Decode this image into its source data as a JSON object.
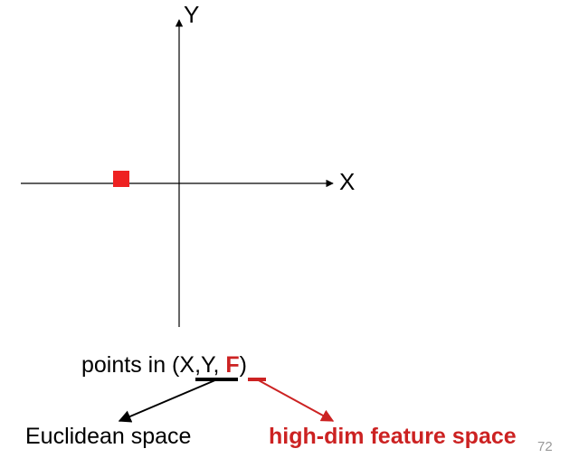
{
  "axes": {
    "x_label": "X",
    "y_label": "Y"
  },
  "caption": {
    "prefix": "points in (",
    "xy": "X,Y",
    "sep": ", ",
    "f": "F",
    "suffix": ")"
  },
  "branches": {
    "left": "Euclidean space",
    "right": "high-dim feature space"
  },
  "slide_number": "72",
  "colors": {
    "accent": "#cc2222",
    "point": "#ee2222",
    "ink": "#000000",
    "page_number": "#999999"
  }
}
